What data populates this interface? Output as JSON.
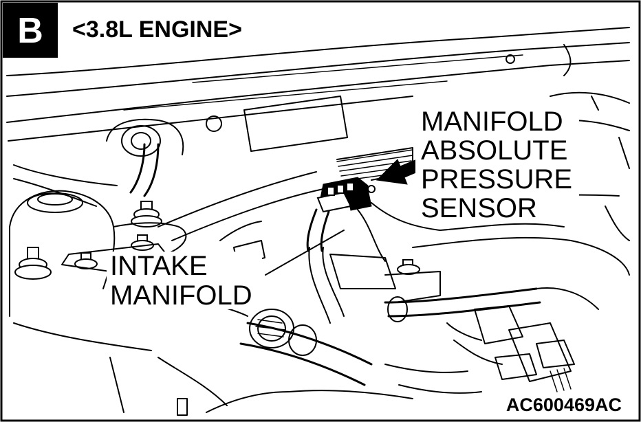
{
  "figure": {
    "badge": "B",
    "heading": "<3.8L ENGINE>",
    "callouts": {
      "map_sensor": [
        "MANIFOLD",
        "ABSOLUTE",
        "PRESSURE",
        "SENSOR"
      ],
      "intake_manifold": [
        "INTAKE",
        "MANIFOLD"
      ]
    },
    "figure_code": "AC600469AC"
  }
}
